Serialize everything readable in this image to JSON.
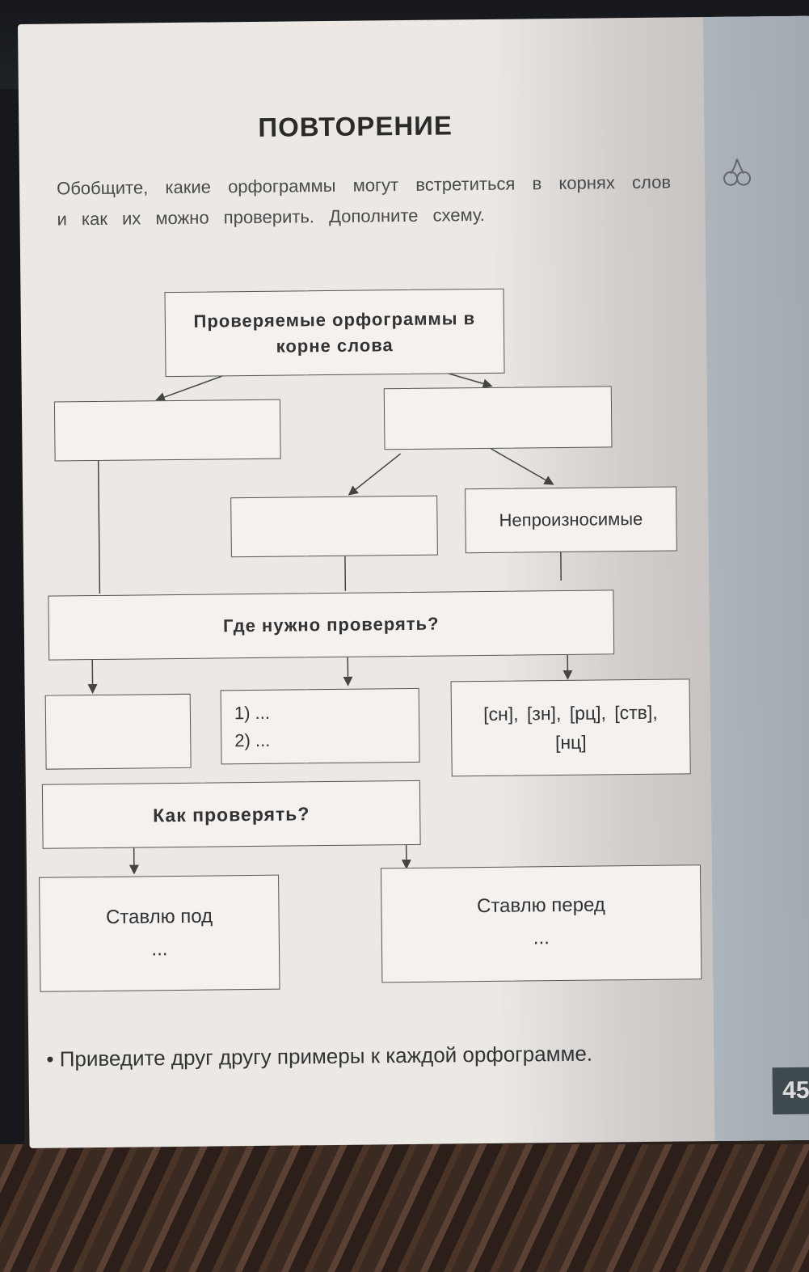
{
  "page": {
    "title": "ПОВТОРЕНИЕ",
    "instruction": "Обобщите, какие орфограммы могут встретиться в корнях слов и как их можно проверить. Дополните схему.",
    "page_number": "45",
    "icon": "cherries-icon"
  },
  "scheme": {
    "root": "Проверяемые орфограммы в корне слова",
    "level1_left": "",
    "level1_right": "",
    "level2_left": "",
    "level2_right": "Непроизносимые",
    "where": "Где нужно проверять?",
    "where_left": "",
    "where_mid_1": "1) ...",
    "where_mid_2": "2) ...",
    "where_right": "[сн], [зн], [рц], [ств], [нц]",
    "how": "Как проверять?",
    "how_left_1": "Ставлю под",
    "how_left_2": "...",
    "how_right_1": "Ставлю перед",
    "how_right_2": "..."
  },
  "task": {
    "bullet": "•",
    "text": "Приведите друг другу примеры к каждой орфограмме."
  }
}
